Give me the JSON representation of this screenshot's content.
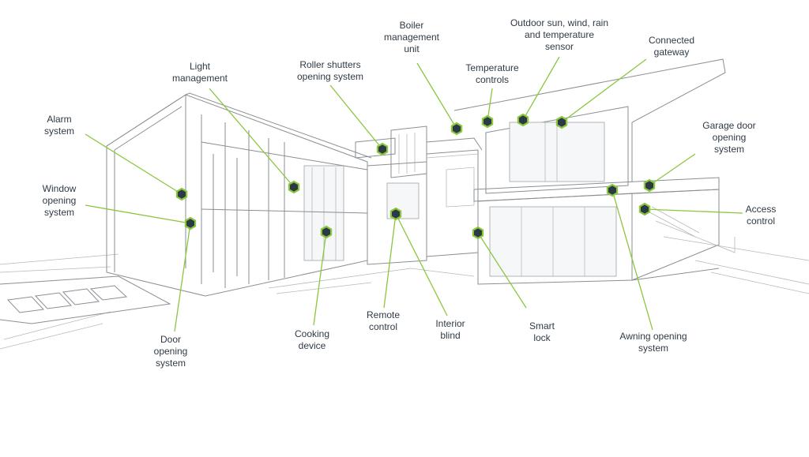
{
  "accent_color": "#8cc63f",
  "marker_color": "#2b3a44",
  "labels": {
    "alarm": "Alarm\nsystem",
    "window": "Window\nopening\nsystem",
    "light": "Light\nmanagement",
    "roller": "Roller shutters\nopening system",
    "boiler": "Boiler\nmanagement\nunit",
    "temperature": "Temperature\ncontrols",
    "outdoor": "Outdoor sun, wind, rain\nand temperature\nsensor",
    "gateway": "Connected\ngateway",
    "garage": "Garage door\nopening\nsystem",
    "access": "Access\ncontrol",
    "door": "Door\nopening\nsystem",
    "cooking": "Cooking\ndevice",
    "remote": "Remote\ncontrol",
    "blind": "Interior\nblind",
    "smartlock": "Smart\nlock",
    "awning": "Awning opening\nsystem"
  }
}
